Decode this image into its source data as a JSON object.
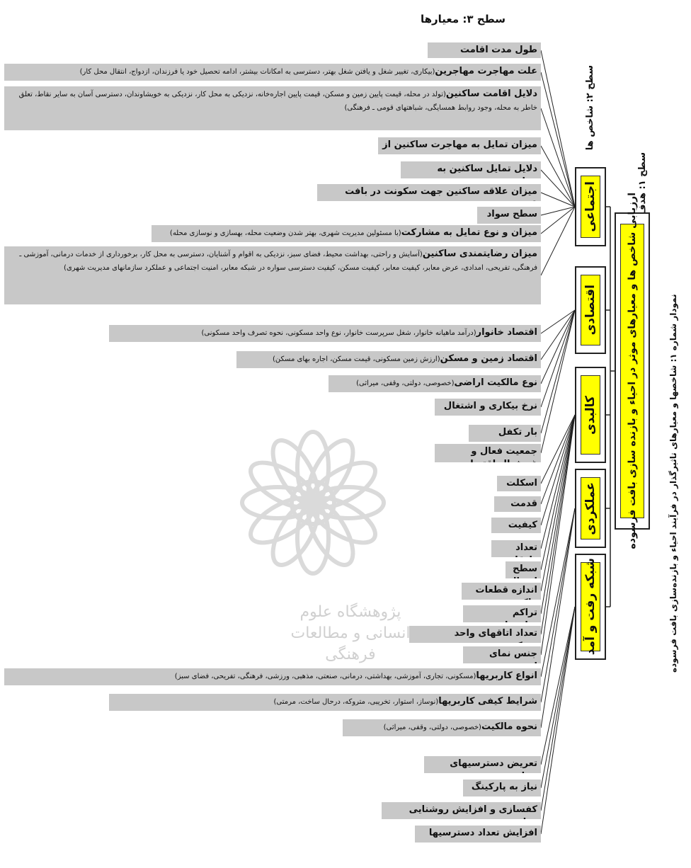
{
  "headers": {
    "level3": "سطح ۳: معیارها",
    "level2": "سطح ۲: شاخص ها",
    "level1": "سطح ۱: هدف",
    "figure_caption": "نمودار شماره ۱: شاخصها و معیارهای تاثیرگذار در فرآیند احیاء و بازنده‌سازی بافت فرسوده"
  },
  "goal": {
    "label": "ارزیابی شاخص ها و معیارهای موثر در احیاء و بازنده سازی بافت فرسوده"
  },
  "categories": [
    {
      "id": "social",
      "label": "اجتماعی"
    },
    {
      "id": "economic",
      "label": "اقتصادی"
    },
    {
      "id": "physical",
      "label": "کالبدی"
    },
    {
      "id": "functional",
      "label": "عملکردی"
    },
    {
      "id": "network",
      "label": "شبکه رفت و آمد"
    }
  ],
  "criteria": [
    {
      "cat": "social",
      "bold": "طول مدت اقامت بیشتر",
      "desc": ""
    },
    {
      "cat": "social",
      "bold": "علت مهاجرت مهاجرین",
      "desc": "(بیکاری، تغییر شغل و یافتن شغل بهتر، دسترسی به امکانات بیشتر، ادامه تحصیل خود یا فرزندان، ازدواج، انتقال محل کار)"
    },
    {
      "cat": "social",
      "bold": "دلایل اقامت ساکنین",
      "desc": "(تولد در محله، قیمت پایین زمین و مسکن، قیمت پایین اجاره‌خانه، نزدیکی به محل کار، نزدیکی به خویشاوندان، دسترسی آسان به سایر نقاط، تعلق خاطر به محله، وجود روابط همسایگی، شباهتهای قومی ـ فرهنگی)"
    },
    {
      "cat": "social",
      "bold": "میزان تمایل به مهاجرت ساکنین از برزن",
      "desc": ""
    },
    {
      "cat": "social",
      "bold": "دلایل تمایل ساکنین به مهاجرت",
      "desc": ""
    },
    {
      "cat": "social",
      "bold": "میزان علاقه ساکنین جهت سکونت در بافت قدیم",
      "desc": ""
    },
    {
      "cat": "social",
      "bold": "سطح سواد",
      "desc": ""
    },
    {
      "cat": "social",
      "bold": "میزان و نوع تمایل به مشارکت",
      "desc": "(با مسئولین مدیریت شهری، بهتر شدن وضعیت محله، بهسازی و نوسازی محله)"
    },
    {
      "cat": "social",
      "bold": "میزان رضایتمندی ساکنین",
      "desc": "(آسایش و راحتی، بهداشت محیط، فضای سبز، نزدیکی به اقوام و آشنایان، دسترسی به محل کار، برخورداری از خدمات درمانی، آموزشی ـ فرهنگی، تفریحی، امدادی، عرض معابر، کیفیت معابر، کیفیت مسکن، کیفیت دسترسی سواره در شبکه معابر، امنیت اجتماعی و عملکرد سازمانهای مدیریت شهری)"
    },
    {
      "cat": "economic",
      "bold": "اقتصاد خانوار",
      "desc": "(درآمد ماهیانه خانوار، شغل سرپرست خانوار، نوع واحد مسکونی، نحوه تصرف واحد مسکونی)"
    },
    {
      "cat": "economic",
      "bold": "اقتصاد زمین و مسکن",
      "desc": "(ارزش زمین مسکونی، قیمت مسکن، اجاره بهای مسکن)"
    },
    {
      "cat": "economic",
      "bold": "نوع مالکیت اراضی",
      "desc": "(خصوصی، دولتی، وقفی، میراثی)"
    },
    {
      "cat": "economic",
      "bold": "نرخ بیکاری و اشتغال",
      "desc": ""
    },
    {
      "cat": "economic",
      "bold": "بار تکفل",
      "desc": ""
    },
    {
      "cat": "economic",
      "bold": "جمعیت فعال و غیرفعال اقتصادی",
      "desc": ""
    },
    {
      "cat": "physical",
      "bold": "اسکلت ابنیه",
      "desc": ""
    },
    {
      "cat": "physical",
      "bold": "قدمت ابنیه",
      "desc": ""
    },
    {
      "cat": "physical",
      "bold": "کیفیت ابنیه",
      "desc": ""
    },
    {
      "cat": "physical",
      "bold": "تعداد طبقات ابنیه",
      "desc": ""
    },
    {
      "cat": "physical",
      "bold": "سطح اشغال",
      "desc": ""
    },
    {
      "cat": "physical",
      "bold": "اندازه قطعات ملکی",
      "desc": ""
    },
    {
      "cat": "physical",
      "bold": "تراکم ساختمانی",
      "desc": ""
    },
    {
      "cat": "physical",
      "bold": "تعداد اتاقهای واحد مسکونی",
      "desc": ""
    },
    {
      "cat": "physical",
      "bold": "جنس نمای ابنیه",
      "desc": ""
    },
    {
      "cat": "functional",
      "bold": "انواع کاربریها",
      "desc": "(مسکونی، تجاری، آموزشی، بهداشتی، درمانی، صنعتی، مذهبی، ورزشی، فرهنگی، تفریحی، فضای سبز)"
    },
    {
      "cat": "functional",
      "bold": "شرایط کیفی کاربریها",
      "desc": "(نوساز، استوار، تخریبی، متروکه، درحال ساخت، مرمتی)"
    },
    {
      "cat": "functional",
      "bold": "نحوه مالکیت",
      "desc": "(خصوصی، دولتی، وقفی، میراثی)"
    },
    {
      "cat": "network",
      "bold": "تعریض دسترسیهای محله",
      "desc": ""
    },
    {
      "cat": "network",
      "bold": "نیاز به پارکینگ",
      "desc": ""
    },
    {
      "cat": "network",
      "bold": "کفسازی و افزایش روشنایی معابر",
      "desc": ""
    },
    {
      "cat": "network",
      "bold": "افزایش تعداد دسترسیها",
      "desc": ""
    }
  ],
  "watermark": "پژوهشگاه علوم انسانی و مطالعات فرهنگی"
}
